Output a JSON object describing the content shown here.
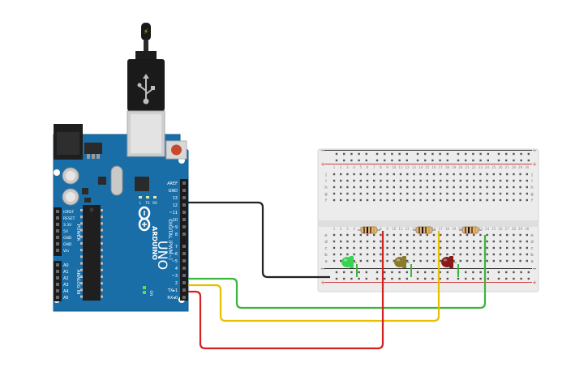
{
  "arduino": {
    "brand": "ARDUINO",
    "model": "UNO",
    "power_pins": [
      "IOREF",
      "RESET",
      "3.3V",
      "5V",
      "GND",
      "GND",
      "Vin"
    ],
    "power_header": "POWER",
    "analog_pins": [
      "A0",
      "A1",
      "A2",
      "A3",
      "A4",
      "A5"
    ],
    "analog_header": "ANALOG IN",
    "digital_pins": [
      "AREF",
      "GND",
      "13",
      "12",
      "~11",
      "~10",
      "~9",
      "8",
      "7",
      "~6",
      "~5",
      "4",
      "~3",
      "2",
      "TX▸1",
      "RX◂0"
    ],
    "digital_header": "DIGITAL (PWM~)",
    "led_labels": [
      "L",
      "TX",
      "RX"
    ],
    "on_label": "ON",
    "usb_symbol": "⚡"
  },
  "breadboard": {
    "rail_symbols": [
      "−",
      "+"
    ],
    "row_letters_top": [
      "j",
      "i",
      "h",
      "g",
      "f"
    ],
    "row_letters_bottom": [
      "e",
      "d",
      "c",
      "b",
      "a"
    ],
    "column_count": 30
  },
  "leds": [
    {
      "name": "green",
      "color": "#39d353"
    },
    {
      "name": "yellow",
      "color": "#8a7a2a"
    },
    {
      "name": "red",
      "color": "#8a1a1a"
    }
  ],
  "wires": [
    {
      "name": "black",
      "color": "#222222"
    },
    {
      "name": "green",
      "color": "#3cb43c"
    },
    {
      "name": "yellow",
      "color": "#e6c000"
    },
    {
      "name": "red",
      "color": "#d32222"
    }
  ],
  "colors": {
    "board": "#1a6ea8",
    "board_dark": "#15588a",
    "breadboard": "#ececec",
    "rail_red": "#d23c3c",
    "rail_dark": "#333333"
  }
}
